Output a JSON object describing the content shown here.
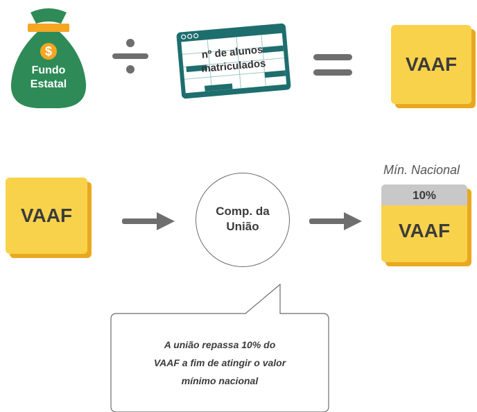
{
  "top_row": {
    "bag_label_line1": "Fundo",
    "bag_label_line2": "Estatal",
    "bag_symbol": "$",
    "sheet_label_line1": "nº de alunos",
    "sheet_label_line2": "matriculados",
    "result_label": "VAAF"
  },
  "bottom_row": {
    "input_label": "VAAF",
    "circle_line1": "Comp. da",
    "circle_line2": "União",
    "min_label": "Mín. Nacional",
    "percent_label": "10%",
    "output_label": "VAAF"
  },
  "callout": {
    "line1": "A união repassa 10% do",
    "line2": "VAAF a fim de atingir o valor",
    "line3": "mínimo nacional"
  },
  "colors": {
    "bag_green": "#2E8B57",
    "bag_band": "#F5A623",
    "card_yellow": "#F9D24B",
    "card_shadow": "#E9A81F",
    "sheet_teal": "#1E6E6E",
    "operator_gray": "#6E6E6E",
    "percent_band": "#C8C8C8"
  },
  "icons": [
    "money-bag-icon",
    "spreadsheet-icon",
    "divide-icon",
    "equals-icon",
    "arrow-right-icon"
  ]
}
